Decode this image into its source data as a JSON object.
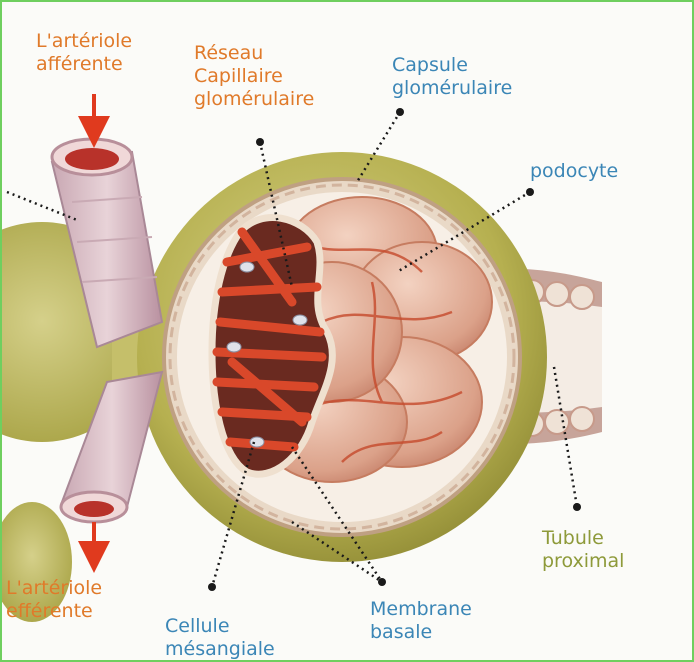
{
  "labels": {
    "arteriole_afferente": [
      "L'artériole",
      "afférente"
    ],
    "reseau_capillaire": [
      "Réseau",
      "Capillaire",
      "glomérulaire"
    ],
    "capsule": [
      "Capsule",
      "glomérulaire"
    ],
    "podocyte": [
      "podocyte"
    ],
    "tubule": [
      "Tubule",
      "proximal"
    ],
    "arteriole_efferente": [
      "L'artériole",
      "efférente"
    ],
    "cellule": [
      "Cellule",
      "mésangiale"
    ],
    "membrane": [
      "Membrane",
      "basale"
    ]
  },
  "colors": {
    "orange_label": "#e07a2a",
    "blue_label": "#3b86b6",
    "olive_label": "#8e9a3a",
    "capsule_outer": "#b7b256",
    "capillary": "#d2462a",
    "arrow": "#e03a1e",
    "border": "#6fcf5f"
  }
}
